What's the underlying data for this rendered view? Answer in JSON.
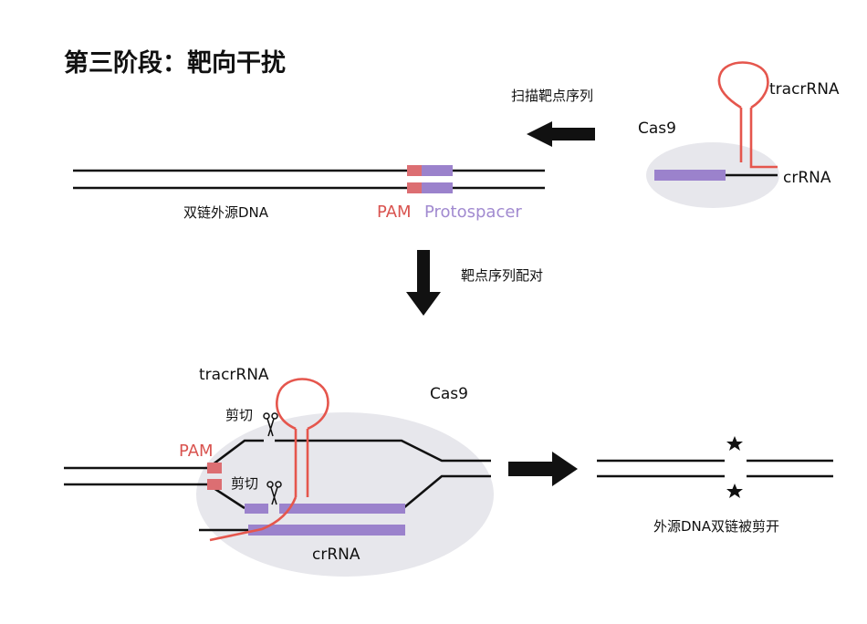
{
  "title": "第三阶段：靶向干扰",
  "colors": {
    "dna": "#111111",
    "rna": "#e5564d",
    "pam": "#dc6e72",
    "protospacer": "#9b82cc",
    "cas9_body": "#e7e7ec",
    "pam_text": "#d9534f",
    "protospacer_text": "#a18ad0"
  },
  "top_panel": {
    "scan_label": "扫描靶点序列",
    "cas9_label": "Cas9",
    "tracrrna_label": "tracrRNA",
    "crrna_label": "crRNA",
    "dna_label": "双链外源DNA",
    "pam_label": "PAM",
    "protospacer_label": "Protospacer"
  },
  "middle": {
    "pairing_label": "靶点序列配对"
  },
  "bottom_panel": {
    "tracrrna_label": "tracrRNA",
    "cas9_label": "Cas9",
    "cut_label_top": "剪切",
    "cut_label_bottom": "剪切",
    "pam_label": "PAM",
    "crrna_label": "crRNA",
    "scissors_icon": "scissors",
    "result_label": "外源DNA双链被剪开",
    "break_icon": "star"
  }
}
